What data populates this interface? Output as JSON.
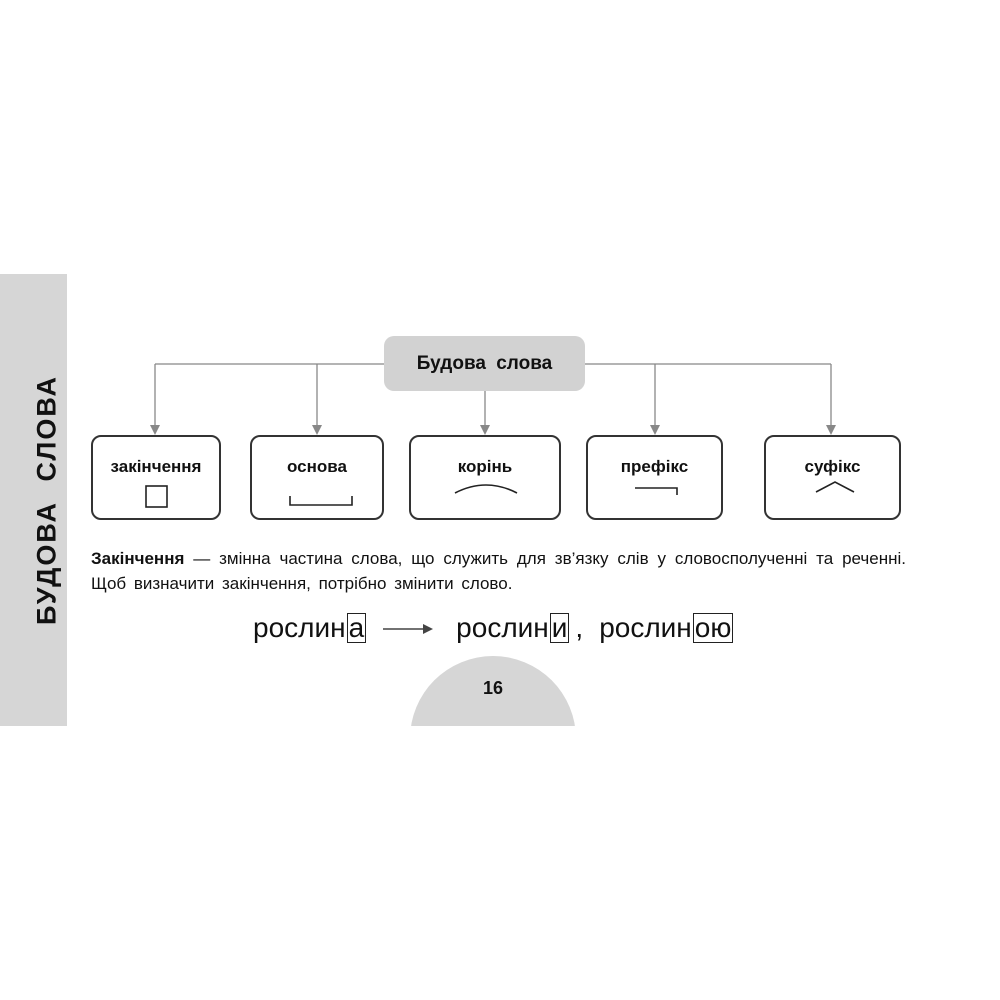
{
  "sidebar": {
    "title": "БУДОВА СЛОВА"
  },
  "diagram": {
    "root": "Будова слова",
    "parts": [
      {
        "label": "закінчення",
        "symbol": "ending-box-icon"
      },
      {
        "label": "основа",
        "symbol": "stem-bracket-icon"
      },
      {
        "label": "корінь",
        "symbol": "root-arc-icon"
      },
      {
        "label": "префікс",
        "symbol": "prefix-corner-icon"
      },
      {
        "label": "суфікс",
        "symbol": "suffix-caret-icon"
      }
    ]
  },
  "definition": {
    "term": "Закінчення",
    "text": " — змінна частина слова, що служить для зв’язку слів у словосполученні та реченні. Щоб визначити закінчення, потрібно змінити слово."
  },
  "example": {
    "words": [
      {
        "stem": "рослин",
        "ending": "а"
      },
      {
        "stem": "рослин",
        "ending": "и"
      },
      {
        "stem": "рослин",
        "ending": "ою"
      }
    ],
    "separator": ","
  },
  "page": {
    "number": "16"
  }
}
